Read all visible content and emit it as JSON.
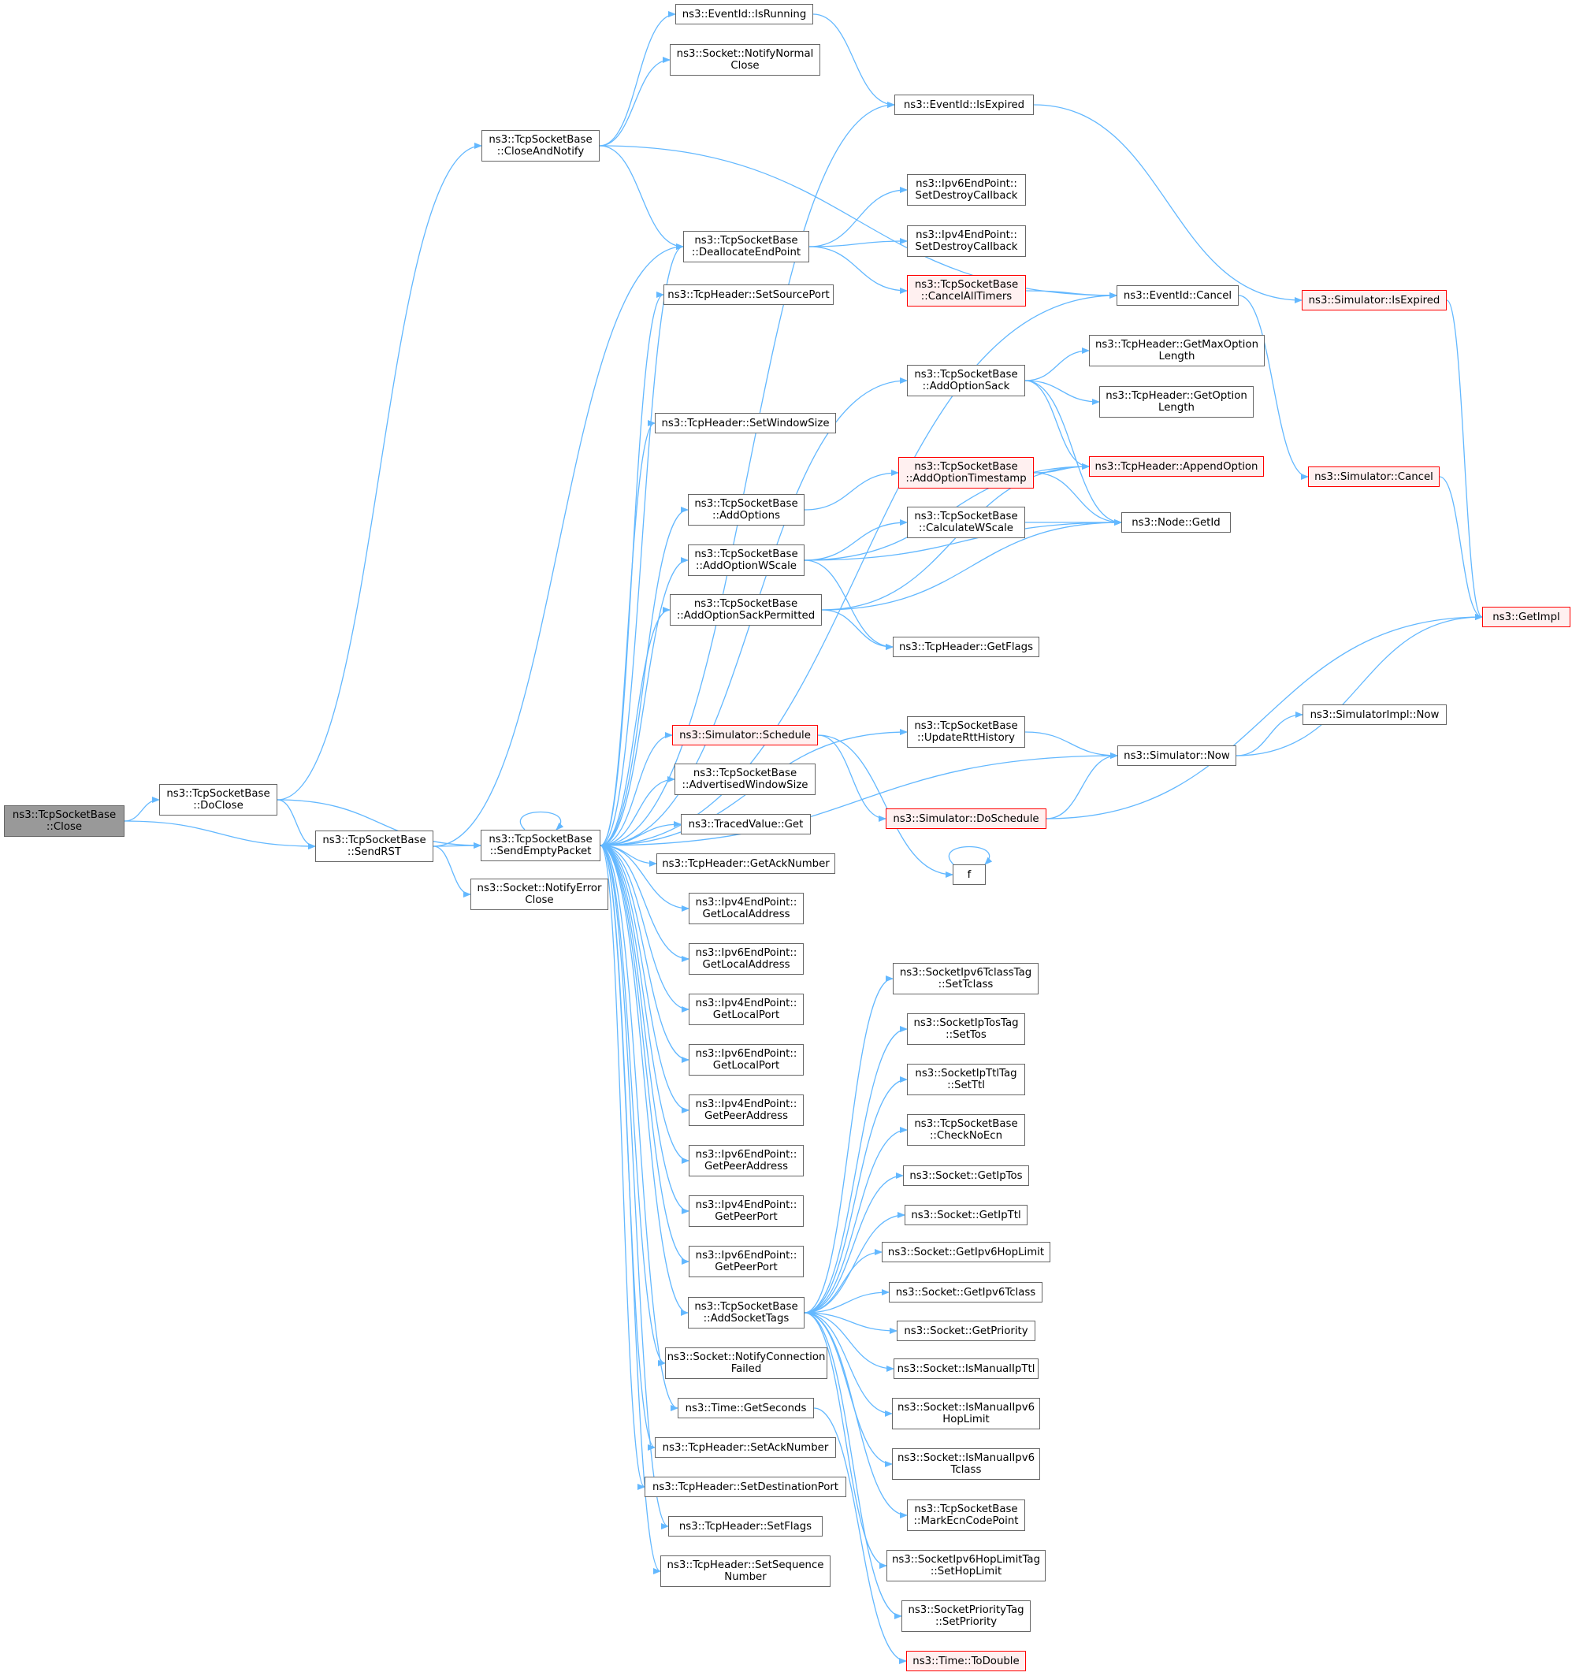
{
  "colors": {
    "edge": "#63b8ff",
    "border": "#666666",
    "border_red": "#ff0000",
    "fill_red": "#fff0f0",
    "root_fill": "#999999"
  },
  "nodes": [
    {
      "id": "close",
      "label": "ns3::TcpSocketBase\n::Close",
      "style": "root"
    },
    {
      "id": "doclose",
      "label": "ns3::TcpSocketBase\n::DoClose",
      "style": "normal"
    },
    {
      "id": "sendrst",
      "label": "ns3::TcpSocketBase\n::SendRST",
      "style": "normal"
    },
    {
      "id": "closenotify",
      "label": "ns3::TcpSocketBase\n::CloseAndNotify",
      "style": "normal"
    },
    {
      "id": "sendempty",
      "label": "ns3::TcpSocketBase\n::SendEmptyPacket",
      "style": "normal"
    },
    {
      "id": "notifyerrclose",
      "label": "ns3::Socket::NotifyError\nClose",
      "style": "normal"
    },
    {
      "id": "isrunning",
      "label": "ns3::EventId::IsRunning",
      "style": "normal"
    },
    {
      "id": "notifynormalclose",
      "label": "ns3::Socket::NotifyNormal\nClose",
      "style": "normal"
    },
    {
      "id": "isexpired",
      "label": "ns3::EventId::IsExpired",
      "style": "normal"
    },
    {
      "id": "dealloc",
      "label": "ns3::TcpSocketBase\n::DeallocateEndPoint",
      "style": "normal"
    },
    {
      "id": "ipv6setdestroy",
      "label": "ns3::Ipv6EndPoint::\nSetDestroyCallback",
      "style": "normal"
    },
    {
      "id": "ipv4setdestroy",
      "label": "ns3::Ipv4EndPoint::\nSetDestroyCallback",
      "style": "normal"
    },
    {
      "id": "cancelalltimers",
      "label": "ns3::TcpSocketBase\n::CancelAllTimers",
      "style": "red"
    },
    {
      "id": "eventcancel",
      "label": "ns3::EventId::Cancel",
      "style": "normal"
    },
    {
      "id": "simisexpired",
      "label": "ns3::Simulator::IsExpired",
      "style": "red"
    },
    {
      "id": "setsourceport",
      "label": "ns3::TcpHeader::SetSourcePort",
      "style": "normal"
    },
    {
      "id": "getmaxoptionlength",
      "label": "ns3::TcpHeader::GetMaxOption\nLength",
      "style": "normal"
    },
    {
      "id": "addoptionsack",
      "label": "ns3::TcpSocketBase\n::AddOptionSack",
      "style": "normal"
    },
    {
      "id": "getoptionlength",
      "label": "ns3::TcpHeader::GetOption\nLength",
      "style": "normal"
    },
    {
      "id": "setwindowsize",
      "label": "ns3::TcpHeader::SetWindowSize",
      "style": "normal"
    },
    {
      "id": "addoptiontimestamp",
      "label": "ns3::TcpSocketBase\n::AddOptionTimestamp",
      "style": "red"
    },
    {
      "id": "appendoption",
      "label": "ns3::TcpHeader::AppendOption",
      "style": "red"
    },
    {
      "id": "simcancel",
      "label": "ns3::Simulator::Cancel",
      "style": "red"
    },
    {
      "id": "addoptions",
      "label": "ns3::TcpSocketBase\n::AddOptions",
      "style": "normal"
    },
    {
      "id": "calcwscale",
      "label": "ns3::TcpSocketBase\n::CalculateWScale",
      "style": "normal"
    },
    {
      "id": "nodegetid",
      "label": "ns3::Node::GetId",
      "style": "normal"
    },
    {
      "id": "addoptionwscale",
      "label": "ns3::TcpSocketBase\n::AddOptionWScale",
      "style": "normal"
    },
    {
      "id": "addoptionsackperm",
      "label": "ns3::TcpSocketBase\n::AddOptionSackPermitted",
      "style": "normal"
    },
    {
      "id": "getimpl",
      "label": "ns3::GetImpl",
      "style": "red"
    },
    {
      "id": "getflags",
      "label": "ns3::TcpHeader::GetFlags",
      "style": "normal"
    },
    {
      "id": "simimplnow",
      "label": "ns3::SimulatorImpl::Now",
      "style": "normal"
    },
    {
      "id": "updatertt",
      "label": "ns3::TcpSocketBase\n::UpdateRttHistory",
      "style": "normal"
    },
    {
      "id": "simschedule",
      "label": "ns3::Simulator::Schedule",
      "style": "red"
    },
    {
      "id": "simnow",
      "label": "ns3::Simulator::Now",
      "style": "normal"
    },
    {
      "id": "advwindow",
      "label": "ns3::TcpSocketBase\n::AdvertisedWindowSize",
      "style": "normal"
    },
    {
      "id": "simdoschedule",
      "label": "ns3::Simulator::DoSchedule",
      "style": "red"
    },
    {
      "id": "tracedget",
      "label": "ns3::TracedValue::Get",
      "style": "normal"
    },
    {
      "id": "getacknumber",
      "label": "ns3::TcpHeader::GetAckNumber",
      "style": "normal"
    },
    {
      "id": "f",
      "label": "f",
      "style": "normal"
    },
    {
      "id": "ipv4getlocaladdr",
      "label": "ns3::Ipv4EndPoint::\nGetLocalAddress",
      "style": "normal"
    },
    {
      "id": "ipv6getlocaladdr",
      "label": "ns3::Ipv6EndPoint::\nGetLocalAddress",
      "style": "normal"
    },
    {
      "id": "ipv4getlocalport",
      "label": "ns3::Ipv4EndPoint::\nGetLocalPort",
      "style": "normal"
    },
    {
      "id": "ipv6getlocalport",
      "label": "ns3::Ipv6EndPoint::\nGetLocalPort",
      "style": "normal"
    },
    {
      "id": "ipv4getpeeraddr",
      "label": "ns3::Ipv4EndPoint::\nGetPeerAddress",
      "style": "normal"
    },
    {
      "id": "ipv6getpeeraddr",
      "label": "ns3::Ipv6EndPoint::\nGetPeerAddress",
      "style": "normal"
    },
    {
      "id": "ipv4getpeerport",
      "label": "ns3::Ipv4EndPoint::\nGetPeerPort",
      "style": "normal"
    },
    {
      "id": "ipv6getpeerport",
      "label": "ns3::Ipv6EndPoint::\nGetPeerPort",
      "style": "normal"
    },
    {
      "id": "addsockettags",
      "label": "ns3::TcpSocketBase\n::AddSocketTags",
      "style": "normal"
    },
    {
      "id": "notifyconnfailed",
      "label": "ns3::Socket::NotifyConnection\nFailed",
      "style": "normal"
    },
    {
      "id": "timegetseconds",
      "label": "ns3::Time::GetSeconds",
      "style": "normal"
    },
    {
      "id": "setacknumber",
      "label": "ns3::TcpHeader::SetAckNumber",
      "style": "normal"
    },
    {
      "id": "setdestport",
      "label": "ns3::TcpHeader::SetDestinationPort",
      "style": "normal"
    },
    {
      "id": "setflags",
      "label": "ns3::TcpHeader::SetFlags",
      "style": "normal"
    },
    {
      "id": "setseqnumber",
      "label": "ns3::TcpHeader::SetSequence\nNumber",
      "style": "normal"
    },
    {
      "id": "tclasstag",
      "label": "ns3::SocketIpv6TclassTag\n::SetTclass",
      "style": "normal"
    },
    {
      "id": "tostag",
      "label": "ns3::SocketIpTosTag\n::SetTos",
      "style": "normal"
    },
    {
      "id": "ttltag",
      "label": "ns3::SocketIpTtlTag\n::SetTtl",
      "style": "normal"
    },
    {
      "id": "checknoecn",
      "label": "ns3::TcpSocketBase\n::CheckNoEcn",
      "style": "normal"
    },
    {
      "id": "getiptos",
      "label": "ns3::Socket::GetIpTos",
      "style": "normal"
    },
    {
      "id": "getipttl",
      "label": "ns3::Socket::GetIpTtl",
      "style": "normal"
    },
    {
      "id": "getipv6hoplimit",
      "label": "ns3::Socket::GetIpv6HopLimit",
      "style": "normal"
    },
    {
      "id": "getipv6tclass",
      "label": "ns3::Socket::GetIpv6Tclass",
      "style": "normal"
    },
    {
      "id": "getpriority",
      "label": "ns3::Socket::GetPriority",
      "style": "normal"
    },
    {
      "id": "ismanualipttl",
      "label": "ns3::Socket::IsManualIpTtl",
      "style": "normal"
    },
    {
      "id": "ismanualipv6hop",
      "label": "ns3::Socket::IsManualIpv6\nHopLimit",
      "style": "normal"
    },
    {
      "id": "ismanualipv6tclass",
      "label": "ns3::Socket::IsManualIpv6\nTclass",
      "style": "normal"
    },
    {
      "id": "markecn",
      "label": "ns3::TcpSocketBase\n::MarkEcnCodePoint",
      "style": "normal"
    },
    {
      "id": "hoplimittag",
      "label": "ns3::SocketIpv6HopLimitTag\n::SetHopLimit",
      "style": "normal"
    },
    {
      "id": "prioritytag",
      "label": "ns3::SocketPriorityTag\n::SetPriority",
      "style": "normal"
    },
    {
      "id": "todouble",
      "label": "ns3::Time::ToDouble",
      "style": "red"
    }
  ],
  "edges": [
    [
      "close",
      "doclose"
    ],
    [
      "close",
      "sendrst"
    ],
    [
      "doclose",
      "closenotify"
    ],
    [
      "doclose",
      "sendrst"
    ],
    [
      "doclose",
      "sendempty"
    ],
    [
      "sendrst",
      "dealloc"
    ],
    [
      "sendrst",
      "sendempty"
    ],
    [
      "sendrst",
      "notifyerrclose"
    ],
    [
      "closenotify",
      "isrunning"
    ],
    [
      "closenotify",
      "notifynormalclose"
    ],
    [
      "closenotify",
      "dealloc"
    ],
    [
      "closenotify",
      "eventcancel"
    ],
    [
      "isrunning",
      "isexpired"
    ],
    [
      "isexpired",
      "simisexpired"
    ],
    [
      "dealloc",
      "ipv6setdestroy"
    ],
    [
      "dealloc",
      "ipv4setdestroy"
    ],
    [
      "dealloc",
      "cancelalltimers"
    ],
    [
      "cancelalltimers",
      "eventcancel"
    ],
    [
      "eventcancel",
      "simcancel"
    ],
    [
      "simisexpired",
      "getimpl"
    ],
    [
      "simcancel",
      "getimpl"
    ],
    [
      "sendempty",
      "sendempty"
    ],
    [
      "sendempty",
      "isexpired"
    ],
    [
      "sendempty",
      "dealloc"
    ],
    [
      "sendempty",
      "setsourceport"
    ],
    [
      "sendempty",
      "eventcancel"
    ],
    [
      "sendempty",
      "addoptionsack"
    ],
    [
      "sendempty",
      "setwindowsize"
    ],
    [
      "sendempty",
      "addoptions"
    ],
    [
      "sendempty",
      "addoptionwscale"
    ],
    [
      "sendempty",
      "addoptionsackperm"
    ],
    [
      "sendempty",
      "updatertt"
    ],
    [
      "sendempty",
      "simnow"
    ],
    [
      "sendempty",
      "simschedule"
    ],
    [
      "sendempty",
      "advwindow"
    ],
    [
      "sendempty",
      "tracedget"
    ],
    [
      "sendempty",
      "getacknumber"
    ],
    [
      "sendempty",
      "ipv4getlocaladdr"
    ],
    [
      "sendempty",
      "ipv6getlocaladdr"
    ],
    [
      "sendempty",
      "ipv4getlocalport"
    ],
    [
      "sendempty",
      "ipv6getlocalport"
    ],
    [
      "sendempty",
      "ipv4getpeeraddr"
    ],
    [
      "sendempty",
      "ipv6getpeeraddr"
    ],
    [
      "sendempty",
      "ipv4getpeerport"
    ],
    [
      "sendempty",
      "ipv6getpeerport"
    ],
    [
      "sendempty",
      "addsockettags"
    ],
    [
      "sendempty",
      "notifyconnfailed"
    ],
    [
      "sendempty",
      "timegetseconds"
    ],
    [
      "sendempty",
      "setacknumber"
    ],
    [
      "sendempty",
      "setdestport"
    ],
    [
      "sendempty",
      "setflags"
    ],
    [
      "sendempty",
      "setseqnumber"
    ],
    [
      "addoptionsack",
      "getmaxoptionlength"
    ],
    [
      "addoptionsack",
      "getoptionlength"
    ],
    [
      "addoptionsack",
      "appendoption"
    ],
    [
      "addoptionsack",
      "nodegetid"
    ],
    [
      "addoptions",
      "addoptiontimestamp"
    ],
    [
      "addoptiontimestamp",
      "appendoption"
    ],
    [
      "addoptiontimestamp",
      "nodegetid"
    ],
    [
      "addoptionwscale",
      "calcwscale"
    ],
    [
      "addoptionwscale",
      "nodegetid"
    ],
    [
      "addoptionwscale",
      "appendoption"
    ],
    [
      "addoptionwscale",
      "getflags"
    ],
    [
      "calcwscale",
      "nodegetid"
    ],
    [
      "addoptionsackperm",
      "appendoption"
    ],
    [
      "addoptionsackperm",
      "getflags"
    ],
    [
      "addoptionsackperm",
      "nodegetid"
    ],
    [
      "updatertt",
      "simnow"
    ],
    [
      "simnow",
      "simimplnow"
    ],
    [
      "simnow",
      "getimpl"
    ],
    [
      "simschedule",
      "simdoschedule"
    ],
    [
      "simschedule",
      "f"
    ],
    [
      "simdoschedule",
      "simnow"
    ],
    [
      "simdoschedule",
      "getimpl"
    ],
    [
      "f",
      "f"
    ],
    [
      "addsockettags",
      "tclasstag"
    ],
    [
      "addsockettags",
      "tostag"
    ],
    [
      "addsockettags",
      "ttltag"
    ],
    [
      "addsockettags",
      "checknoecn"
    ],
    [
      "addsockettags",
      "getiptos"
    ],
    [
      "addsockettags",
      "getipttl"
    ],
    [
      "addsockettags",
      "getipv6hoplimit"
    ],
    [
      "addsockettags",
      "getipv6tclass"
    ],
    [
      "addsockettags",
      "getpriority"
    ],
    [
      "addsockettags",
      "ismanualipttl"
    ],
    [
      "addsockettags",
      "ismanualipv6hop"
    ],
    [
      "addsockettags",
      "ismanualipv6tclass"
    ],
    [
      "addsockettags",
      "markecn"
    ],
    [
      "addsockettags",
      "hoplimittag"
    ],
    [
      "addsockettags",
      "prioritytag"
    ],
    [
      "timegetseconds",
      "todouble"
    ]
  ]
}
